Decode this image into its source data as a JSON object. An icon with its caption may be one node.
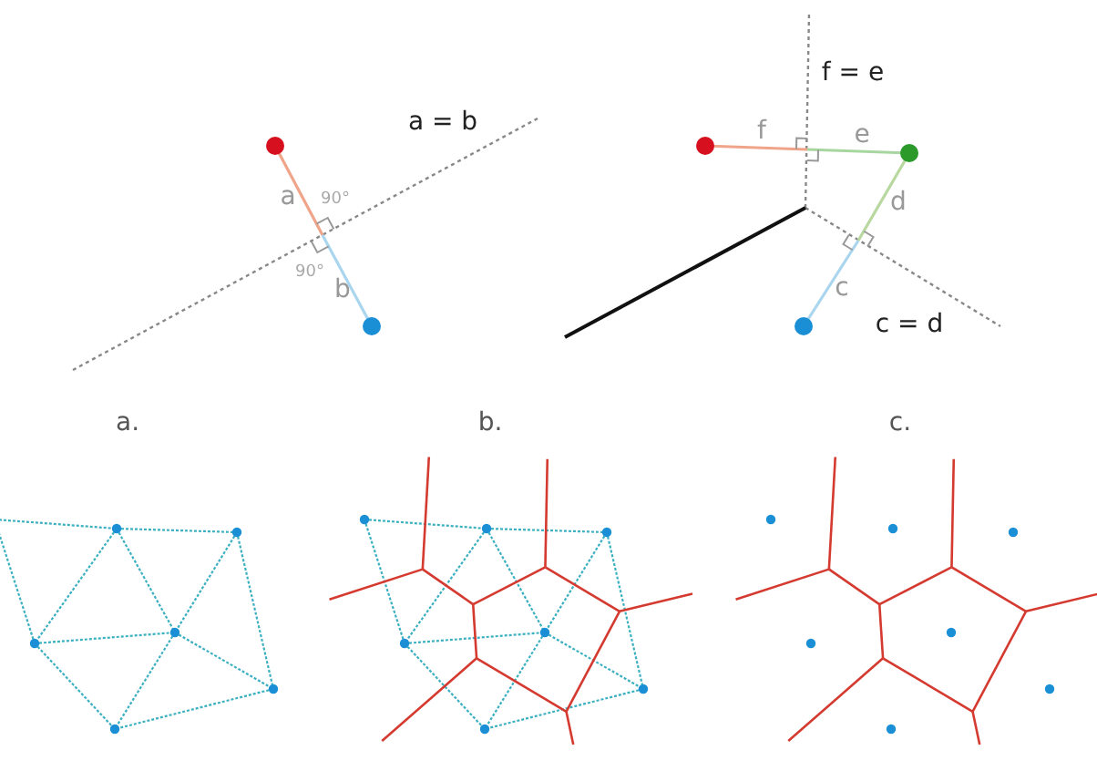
{
  "diagram": {
    "labels": [
      "f = e",
      "a = b",
      "f",
      "e",
      "a",
      "90°",
      "d",
      "90°",
      "c",
      "b",
      "c = d",
      "a.",
      "b.",
      "c."
    ]
  }
}
